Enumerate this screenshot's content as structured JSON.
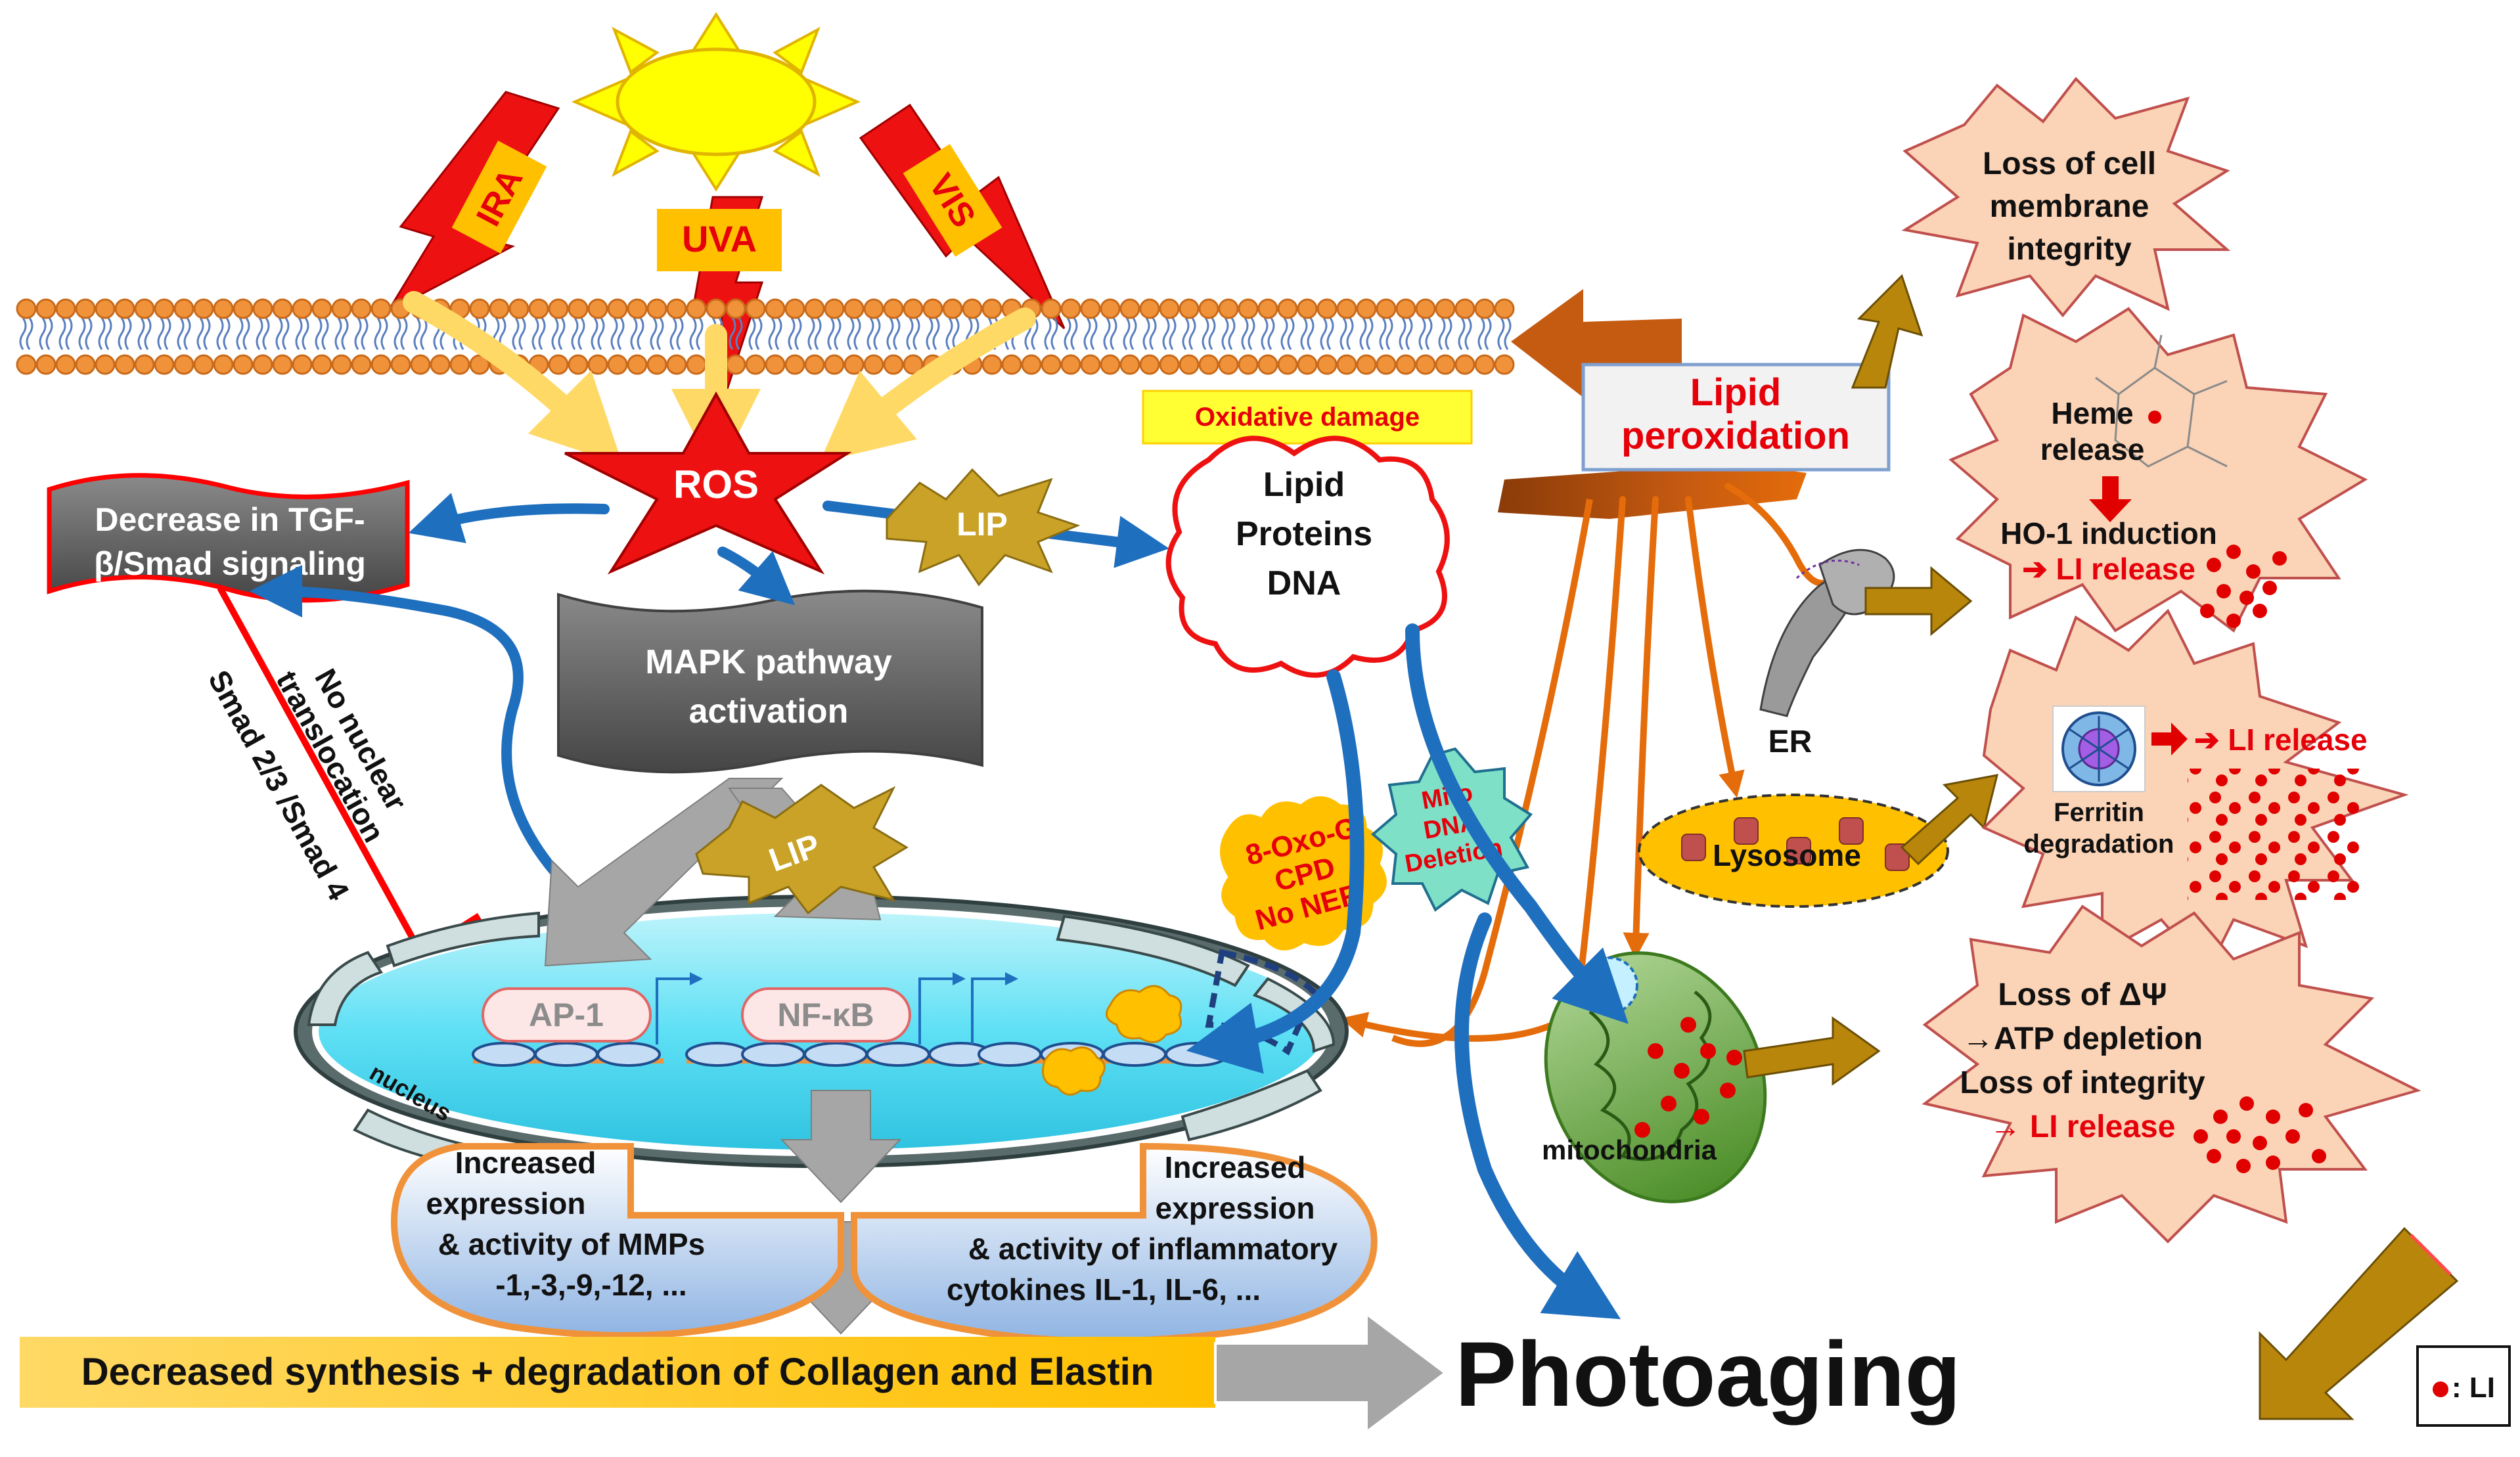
{
  "light": {
    "ira": "IRA",
    "uva": "UVA",
    "vis": "VIS"
  },
  "ros": "ROS",
  "lip": "LIP",
  "tgf": {
    "line1": "Decrease in TGF-",
    "line2": "β/Smad signaling"
  },
  "smad": {
    "line1": "No nuclear",
    "line2": "translocation",
    "line3": "Smad 2/3 /Smad 4"
  },
  "mapk": {
    "line1": "MAPK pathway",
    "line2": "activation"
  },
  "oxidative_damage": "Oxidative damage",
  "cloud": {
    "line1": "Lipid",
    "line2": "Proteins",
    "line3": "DNA"
  },
  "lipid_peroxidation": {
    "line1": "Lipid",
    "line2": "peroxidation"
  },
  "dna_damage": {
    "line1": "8-Oxo-G",
    "line2": "CPD",
    "line3": "No NER"
  },
  "mito_dna": {
    "line1": "Mito",
    "line2": "DNA",
    "line3": "Deletion"
  },
  "nucleus": {
    "ap1": "AP-1",
    "nfkb": "NF-κB",
    "label": "nucleus"
  },
  "mmps": {
    "line1": "Increased",
    "line2": "expression",
    "line3": "& activity of MMPs",
    "line4": "-1,-3,-9,-12, ..."
  },
  "cytokines": {
    "line1": "Increased",
    "line2": "expression",
    "line3": "& activity of inflammatory",
    "line4": "cytokines IL-1, IL-6, ..."
  },
  "collagen": "Decreased synthesis + degradation of Collagen and Elastin",
  "photoaging": "Photoaging",
  "organelles": {
    "er": "ER",
    "lysosome": "Lysosome",
    "mitochondria": "mitochondria"
  },
  "bursts": {
    "membrane": {
      "line1": "Loss of cell",
      "line2": "membrane",
      "line3": "integrity"
    },
    "heme": {
      "line1": "Heme",
      "line2": "release",
      "line3": "HO-1 induction",
      "line4": "➔ LI release"
    },
    "ferritin": {
      "release": "➔ LI release",
      "line1": "Ferritin",
      "line2": "degradation"
    },
    "mito": {
      "line1": "Loss of ΔΨ",
      "line2": "→ATP depletion",
      "line3": "Loss of integrity",
      "line4": "→ LI release"
    }
  },
  "legend": ": LI",
  "colors": {
    "ros_red": "#ee1111",
    "sun_yellow": "#ffff00",
    "burst_fill": "#fbd3b6",
    "arrow_blue": "#1f6fbf",
    "arrow_orange": "#e46c0a",
    "arrow_gray": "#a6a6a6",
    "arrow_olive": "#b8860b",
    "nucleus_blue": "#5ee0f5",
    "li_dot": "#e00000"
  }
}
